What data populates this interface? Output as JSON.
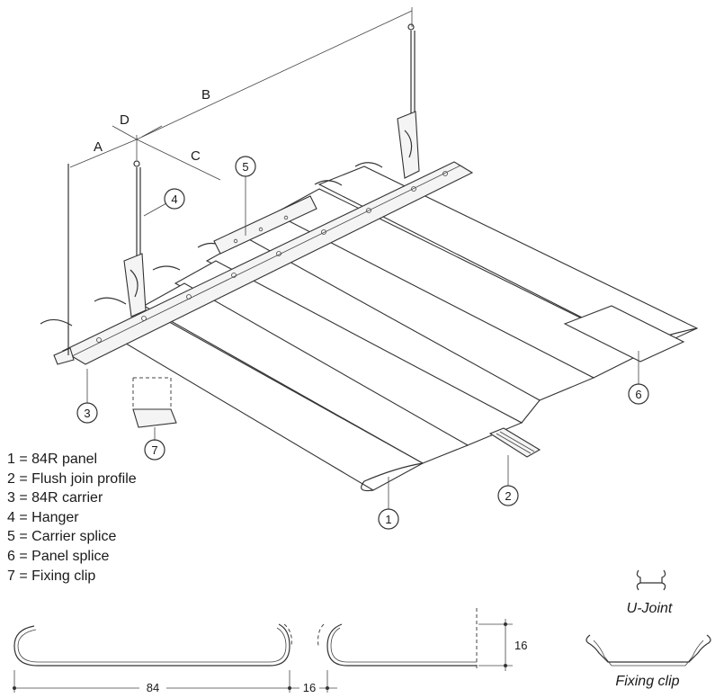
{
  "dimension_labels": {
    "a": "A",
    "b": "B",
    "c": "C",
    "d": "D"
  },
  "callouts": [
    "1",
    "2",
    "3",
    "4",
    "5",
    "6",
    "7"
  ],
  "legend": [
    {
      "num": "1",
      "text": "84R panel"
    },
    {
      "num": "2",
      "text": "Flush join profile"
    },
    {
      "num": "3",
      "text": "84R carrier"
    },
    {
      "num": "4",
      "text": "Hanger"
    },
    {
      "num": "5",
      "text": "Carrier splice"
    },
    {
      "num": "6",
      "text": "Panel splice"
    },
    {
      "num": "7",
      "text": "Fixing clip"
    }
  ],
  "profile": {
    "width": "84",
    "gap": "16",
    "height": "16"
  },
  "captions": {
    "u_joint": "U-Joint",
    "fixing_clip": "Fixing clip"
  }
}
